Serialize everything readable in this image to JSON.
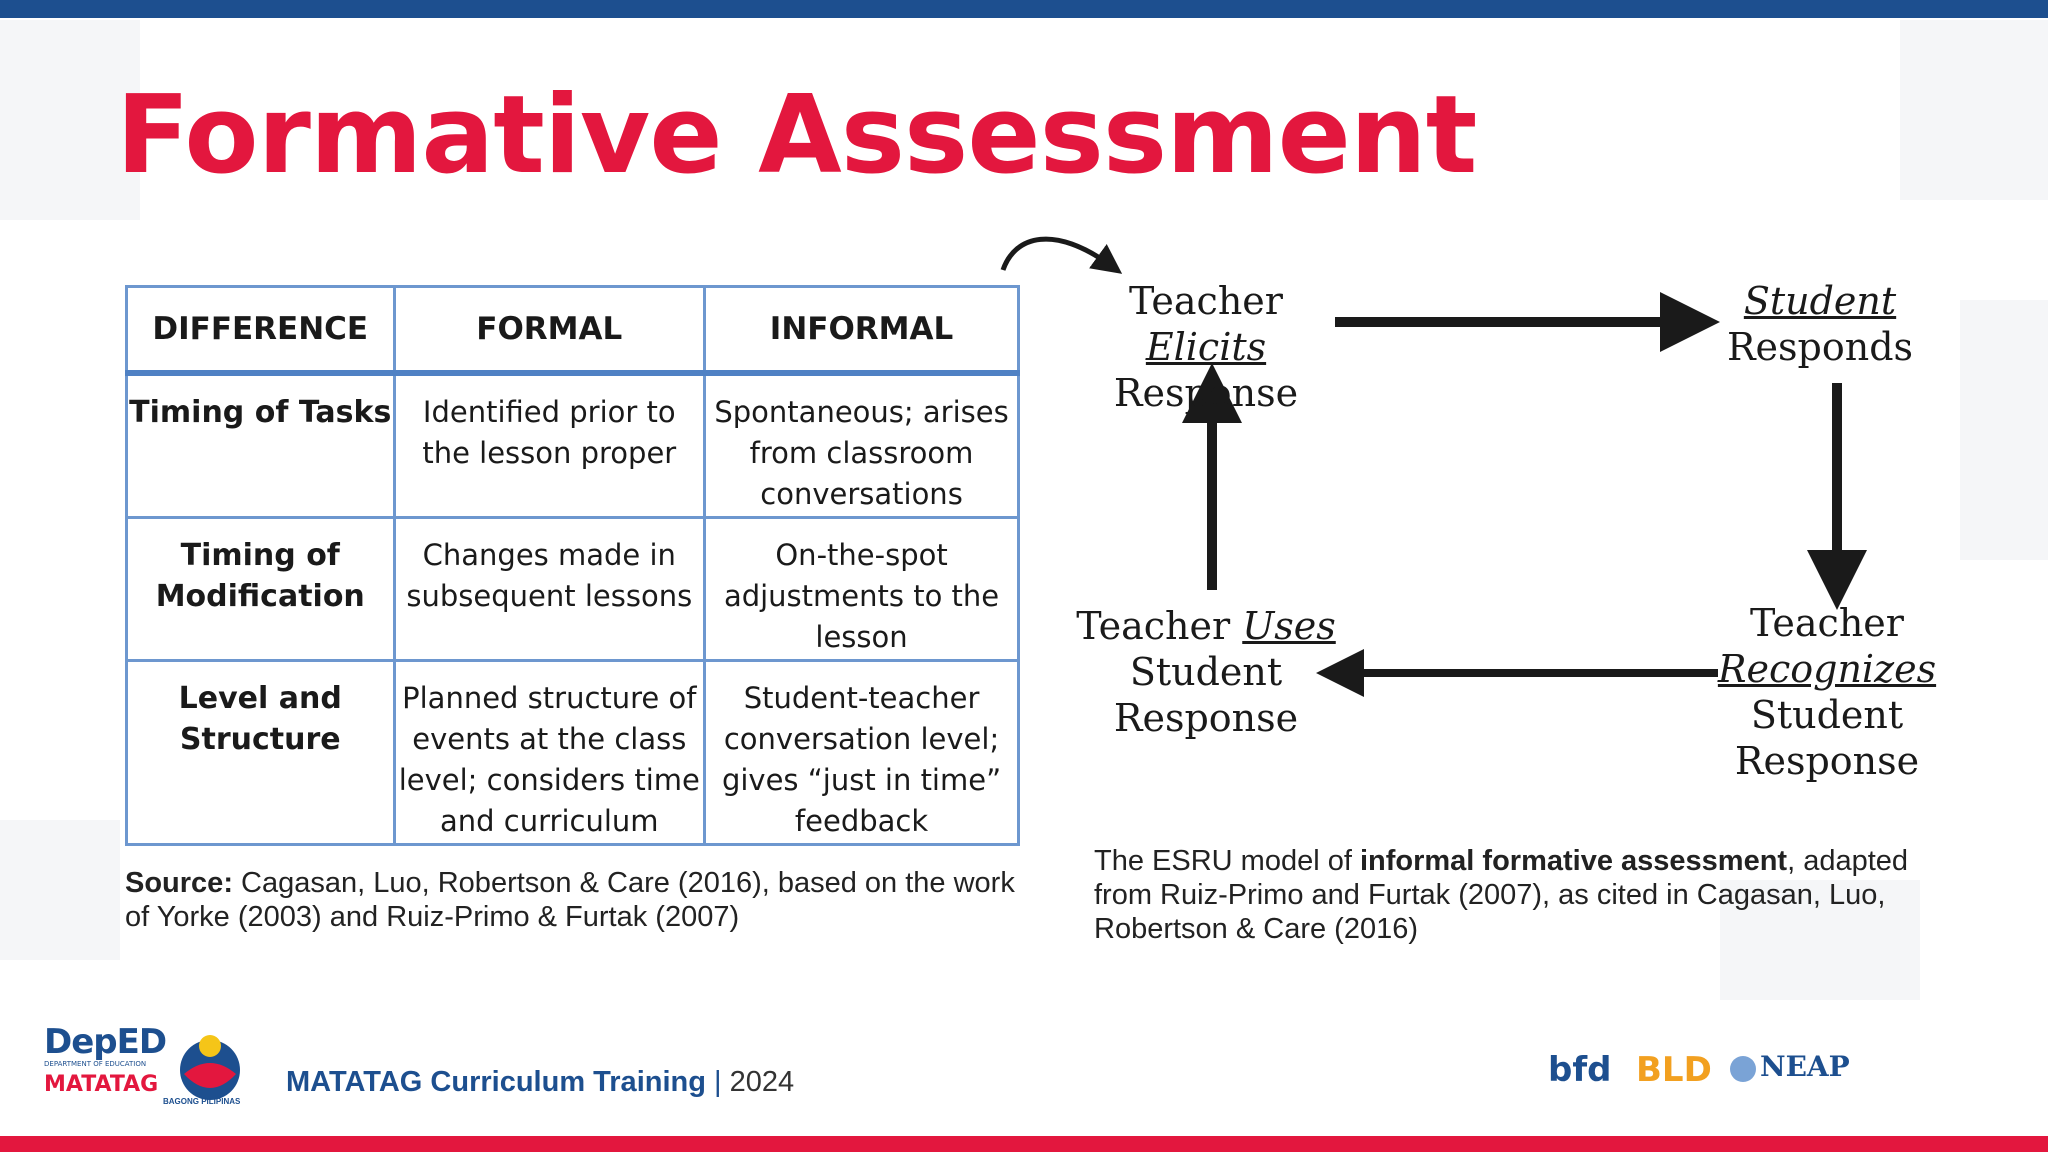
{
  "slide": {
    "title": "Formative Assessment",
    "colors": {
      "title_red": "#e3173e",
      "navy": "#1d4f8f",
      "table_border": "#6d97cf"
    }
  },
  "table": {
    "headers": [
      "DIFFERENCE",
      "FORMAL",
      "INFORMAL"
    ],
    "rows": [
      [
        "Timing of Tasks",
        "Identified prior to the lesson proper",
        "Spontaneous; arises from classroom conversations"
      ],
      [
        "Timing of Modification",
        "Changes made in subsequent lessons",
        "On-the-spot adjustments to the lesson"
      ],
      [
        "Level and Structure",
        "Planned structure of events at the class level; considers time and curriculum",
        "Student-teacher conversation level; gives “just in time” feedback"
      ]
    ]
  },
  "source": {
    "label": "Source:",
    "text": " Cagasan, Luo, Robertson & Care (2016), based on the work of Yorke (2003) and Ruiz-Primo & Furtak (2007)"
  },
  "diagram": {
    "elicits": {
      "pre": "Teacher ",
      "em": "Elicits",
      "post": "Response"
    },
    "responds": {
      "em": "Student",
      "post": "Responds"
    },
    "recognizes": {
      "pre": "Teacher",
      "em": "Recognizes",
      "post1": "Student",
      "post2": "Response"
    },
    "uses": {
      "pre": "Teacher ",
      "em": "Uses",
      "post1": "Student",
      "post2": "Response"
    }
  },
  "caption": {
    "pre": "The ESRU model of ",
    "bold": "informal formative assessment",
    "post": ", adapted from Ruiz-Primo and Furtak (2007), as cited in Cagasan, Luo, Robertson & Care (2016)"
  },
  "footer": {
    "deped": "DepED",
    "deped_sub": "DEPARTMENT OF EDUCATION",
    "matatag": "MATATAG",
    "bagong": "BAGONG PILIPINAS",
    "training": "MATATAG Curriculum Training",
    "separator": "|",
    "year": "2024",
    "partner1": "bfd",
    "partner2": "BLD",
    "partner3": "NEAP"
  }
}
